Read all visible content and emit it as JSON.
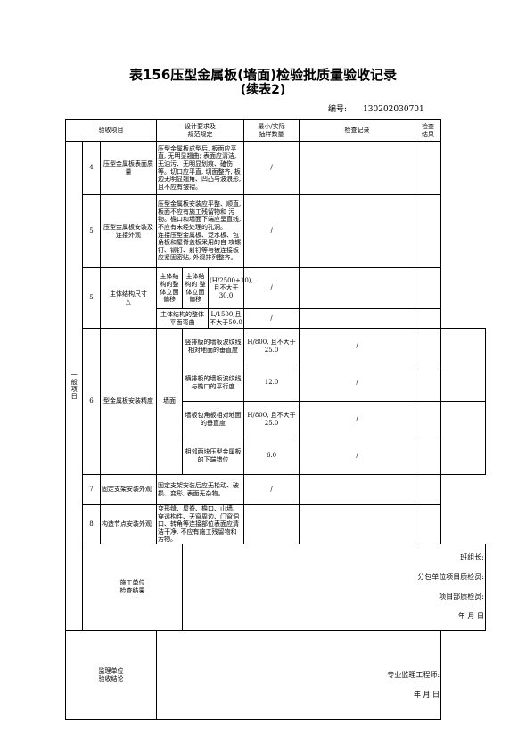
{
  "header": {
    "title": "表156压型金属板(墙面)检验批质量验收记录",
    "subtitle": "(续表2)",
    "code_label": "编号:",
    "code_value": "130202030701"
  },
  "columns": {
    "item": "验收项目",
    "design": "设计要求及\n规范规定",
    "min": "最小/实际\n抽样数量",
    "record": "检查记录",
    "result": "检查\n结果"
  },
  "group_label": "一般项目",
  "rows": {
    "r4": {
      "num": "4",
      "name": "压型金属板表面质量",
      "req": "压型金属板成型后, 板面应平直, 无明显翘曲; 表面应清洁, 无油污、无明显划痕、磕伤等。切口应平直, 切面整齐, 板边无明显翘角、凹凸与波浪形, 且不应有皱褶。",
      "min": "/"
    },
    "r5a": {
      "num": "5",
      "name": "压型金属板安装及连接外观",
      "req": "压型金属板安装应平整、顺直, 板面不应有施工残留物和 污物。檐口和墙面下端应呈直线, 不应有未经处理的孔洞。\n连接压型金属板、泛水板、包角板和屋脊盖板采用的自 攻螺钉、铆钉、射钉等与被连接板应紧固密贴, 外观排列整齐。",
      "min": "/"
    },
    "r5b": {
      "num": "5",
      "name": "主体结构尺寸\n△",
      "sub1": "主体结构的整体立面偏移",
      "sub1b": "主体结构的 整体立面偏移",
      "req1": "(H/2500+10), 且不大于30.0",
      "sub2": "主体结构的整体平面弯曲",
      "req2": "L/1500,且不大于50.0",
      "min": "/"
    },
    "r6": {
      "num": "6",
      "name": "型金属板安装精度",
      "area": "墙面",
      "subs": [
        {
          "name": "竖排版的墙板波纹线相对地面的垂直度",
          "req": "H/800, 且不大于25.0",
          "min": "/"
        },
        {
          "name": "横排板的墙板波纹线与檐口的平行度",
          "req": "12.0",
          "min": "/"
        },
        {
          "name": "墙板包角板相对地面的垂直度",
          "req": "H/800, 且不大于25.0",
          "min": "/"
        },
        {
          "name": "相邻两块压型金属板的下端错位",
          "req": "6.0",
          "min": "/"
        }
      ]
    },
    "r7": {
      "num": "7",
      "name": "固定支架安装外观",
      "req": "固定支架安装后应无松动、破损、变形, 表面无杂物。",
      "min": "/"
    },
    "r8": {
      "num": "8",
      "name": "构造节点安装外观",
      "req": "变形缝、屋脊、檐口、山墙、穿透构件、天窗周边、门窗洞 口、转角等连接部位表面应清洁干净, 不应有施工残留物和污物。"
    }
  },
  "sign": {
    "constructor_label": "施工单位\n检查结果",
    "team_leader": "班组长:",
    "sub_inspector": "分包单位项目质检员:",
    "dept_inspector": "项目部质检员:",
    "date1": "年   月   日",
    "supervisor_label": "监理单位\n验收结论",
    "engineer": "专业监理工程师:",
    "date2": "年   月   日"
  }
}
